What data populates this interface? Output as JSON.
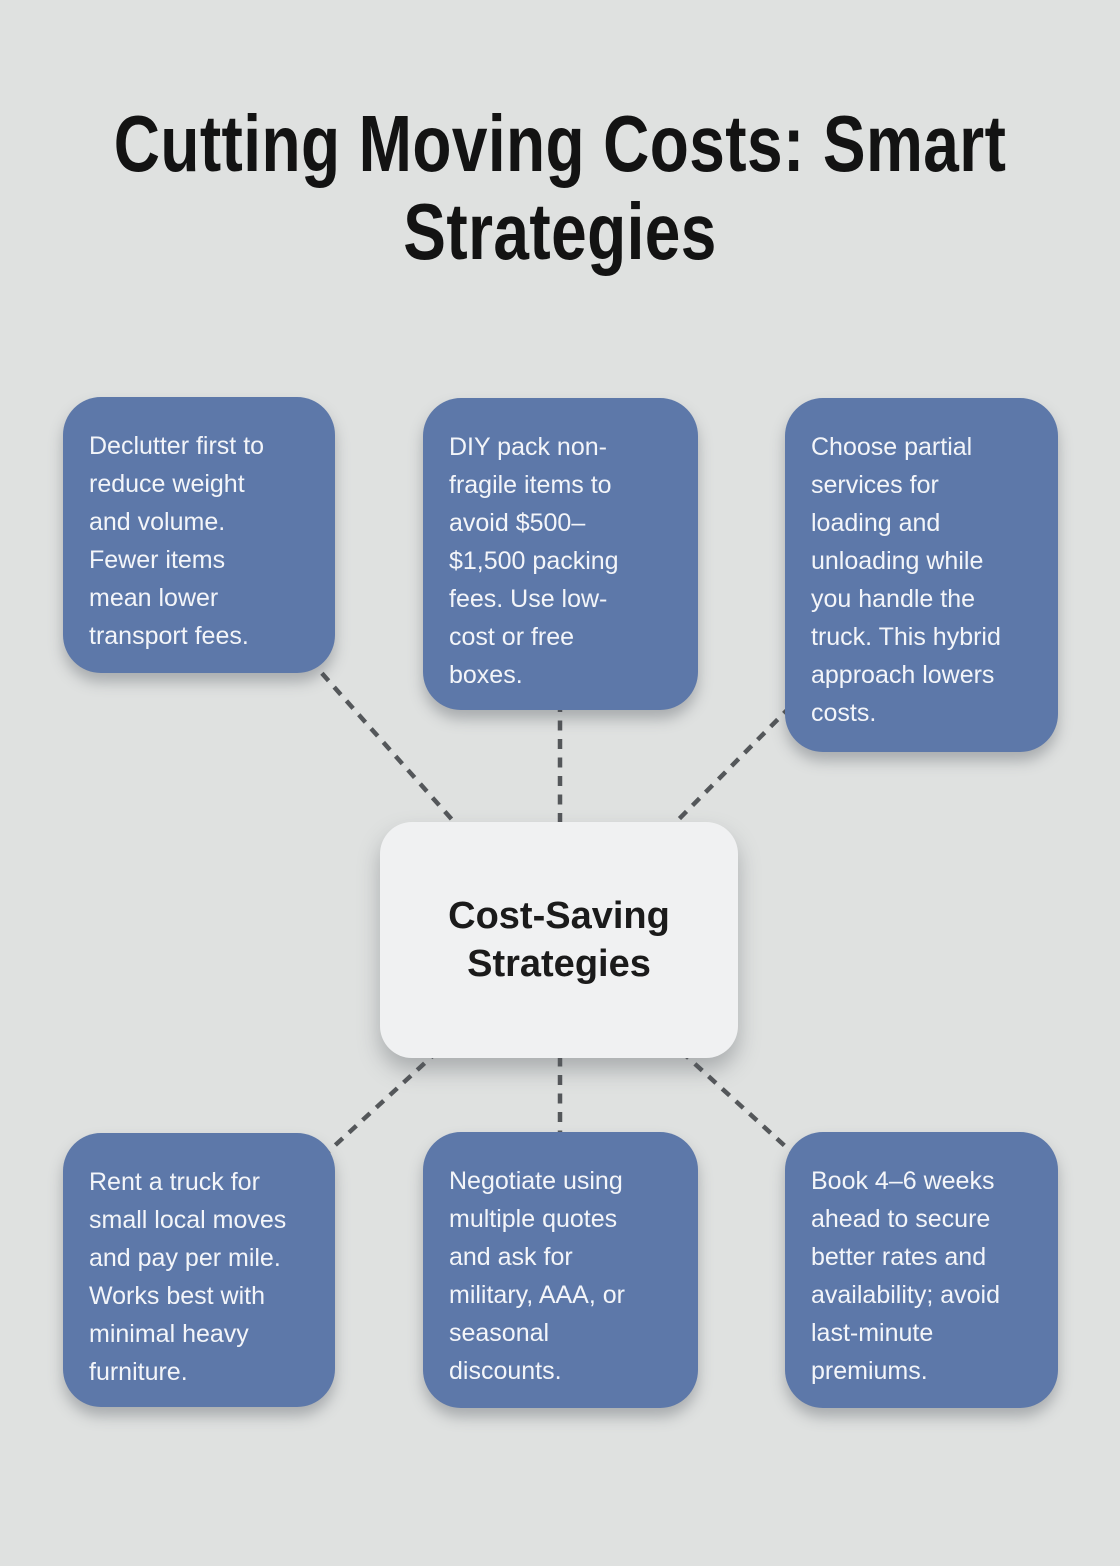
{
  "title": {
    "line1": "Cutting Moving Costs: Smart",
    "line2": "Strategies"
  },
  "center": {
    "label": "Cost-Saving\nStrategies"
  },
  "nodes": [
    {
      "id": "declutter",
      "text": "Declutter first to\nreduce weight\nand volume.\nFewer items\nmean lower\ntransport fees."
    },
    {
      "id": "diy-pack",
      "text": "DIY pack non-\nfragile items to\navoid $500–\n$1,500 packing\nfees. Use low-\ncost or free\nboxes."
    },
    {
      "id": "partial-services",
      "text": "Choose partial\nservices for\nloading and\nunloading while\nyou handle the\ntruck. This hybrid\napproach lowers\ncosts."
    },
    {
      "id": "truck-rental",
      "text": "Rent a truck for\nsmall local moves\nand pay per mile.\nWorks best with\nminimal heavy\nfurniture."
    },
    {
      "id": "negotiate",
      "text": "Negotiate using\nmultiple quotes\nand ask for\nmilitary, AAA, or\nseasonal\ndiscounts."
    },
    {
      "id": "book-early",
      "text": "Book 4–6 weeks\nahead to secure\nbetter rates and\navailability; avoid\nlast-minute\npremiums."
    }
  ],
  "colors": {
    "background": "#dfe1e0",
    "card_blue": "#5d78a9",
    "card_text": "#f3f5f9",
    "center_bg": "#f0f1f2",
    "connector": "#54575a",
    "title_color": "#131313"
  }
}
